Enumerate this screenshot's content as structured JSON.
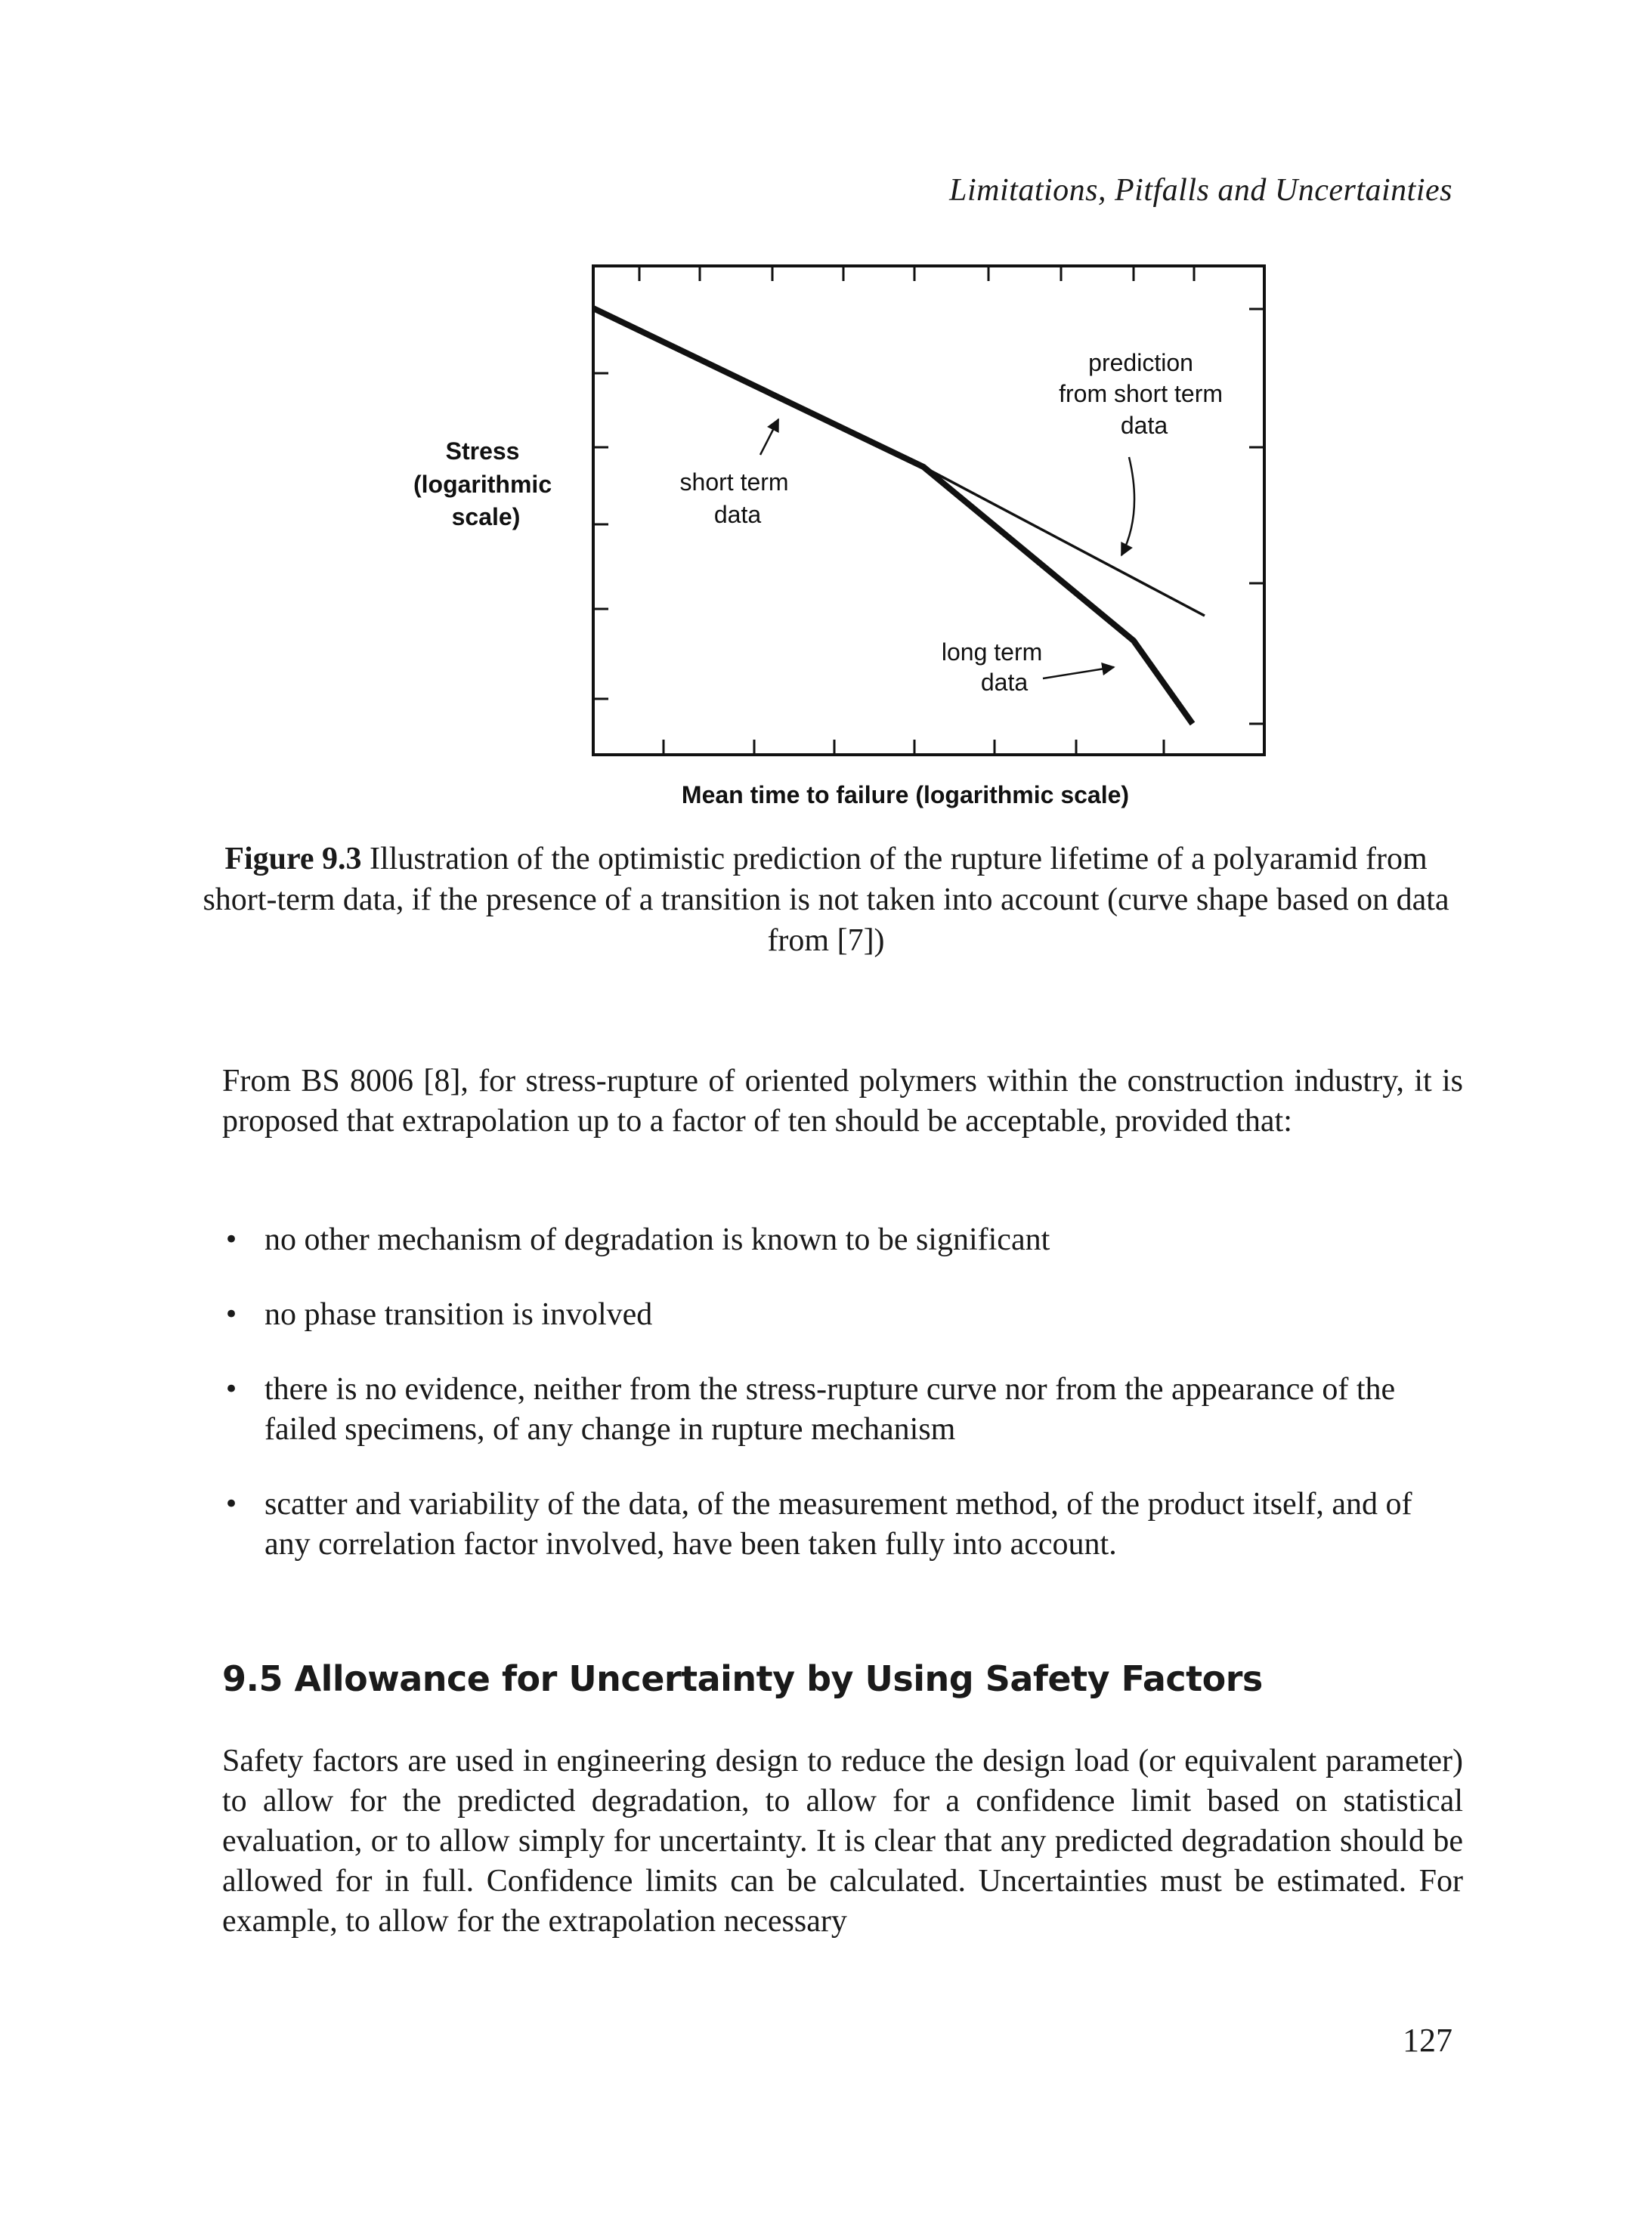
{
  "running_head": "Limitations, Pitfalls and Uncertainties",
  "figure": {
    "y_axis_label_lines": [
      "Stress",
      "(logarithmic",
      "scale)"
    ],
    "x_axis_label": "Mean time to failure (logarithmic scale)",
    "annotations": {
      "short_term_lines": [
        "short term",
        "data"
      ],
      "prediction_lines": [
        "prediction",
        "from short term",
        "data"
      ],
      "long_term_lines": [
        "long term",
        "data"
      ]
    }
  },
  "caption": {
    "label": "Figure 9.3",
    "text": "Illustration of the optimistic prediction of the rupture lifetime of a polyaramid from short-term data, if the presence of a transition is not taken into account (curve shape based on data from [7])"
  },
  "paragraph_1": "From BS 8006 [8], for stress-rupture of oriented polymers within the construction industry, it is proposed that extrapolation up to a factor of ten should be acceptable, provided that:",
  "bullets": [
    "no other mechanism of degradation is known to be significant",
    "no phase transition is involved",
    "there is no evidence, neither from the stress-rupture curve nor from the appearance of the failed specimens, of any change in rupture mechanism",
    "scatter and variability of the data, of the measurement method, of the product itself, and of any correlation factor involved, have been taken fully into account."
  ],
  "section_heading": "9.5 Allowance for Uncertainty by Using Safety Factors",
  "paragraph_2": "Safety factors are used in engineering design to reduce the design load (or equivalent parameter) to allow for the predicted degradation, to allow for a confidence limit based on statistical evaluation, or to allow simply for uncertainty. It is clear that any predicted degradation should be allowed for in full. Confidence limits can be calculated. Uncertainties must be estimated. For example, to allow for the extrapolation necessary",
  "page_number": "127"
}
